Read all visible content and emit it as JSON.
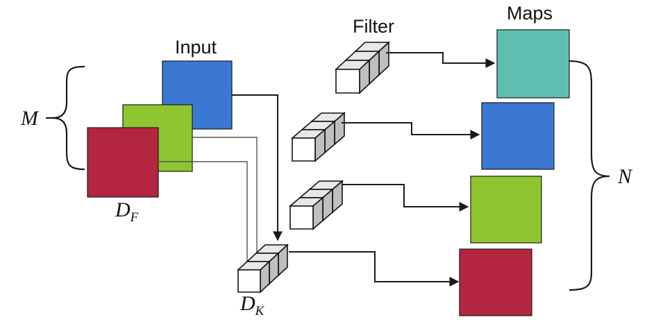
{
  "labels": {
    "input": "Input",
    "filter": "Filter",
    "maps": "Maps",
    "m": "M",
    "n": "N",
    "d_f_main": "D",
    "d_f_sub": "F",
    "d_k_main": "D",
    "d_k_sub": "K"
  },
  "colors": {
    "blue": "#3a78d4",
    "green": "#8fc630",
    "red": "#b42541",
    "teal": "#5ebfb1",
    "wire": "#1a1a1a"
  },
  "input_channels": [
    "blue",
    "green",
    "red"
  ],
  "output_maps": [
    "teal",
    "blue",
    "green",
    "red"
  ],
  "icons": {
    "filter_block": "cube-stack-icon",
    "arrow": "arrow-icon",
    "brace": "curly-brace-icon"
  }
}
